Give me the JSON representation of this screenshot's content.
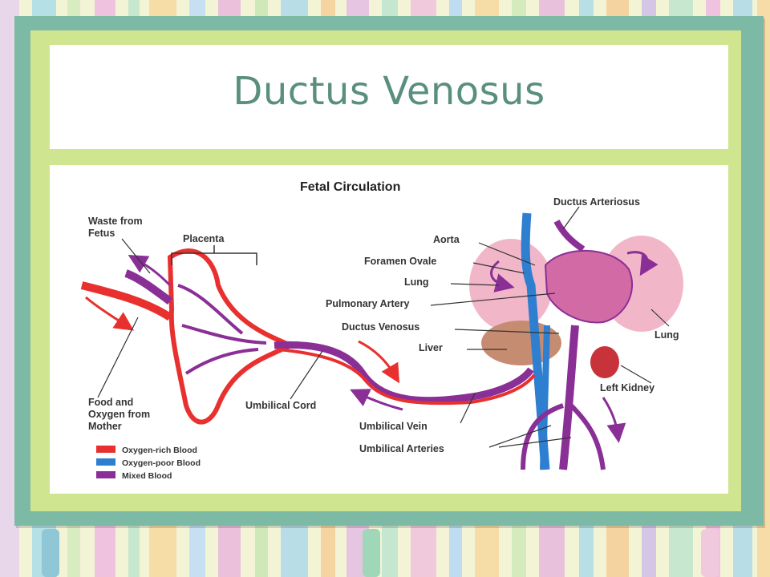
{
  "slide": {
    "title": "Ductus Venosus"
  },
  "diagram": {
    "title": "Fetal Circulation",
    "labels": {
      "waste": [
        "Waste from",
        "Fetus"
      ],
      "placenta": "Placenta",
      "food": [
        "Food and",
        "Oxygen from",
        "Mother"
      ],
      "umbilical_cord": "Umbilical Cord",
      "ductus_arteriosus": "Ductus Arteriosus",
      "aorta": "Aorta",
      "foramen_ovale": "Foramen Ovale",
      "lung_left": "Lung",
      "pulmonary_artery": "Pulmonary Artery",
      "ductus_venosus": "Ductus Venosus",
      "liver": "Liver",
      "lung_right": "Lung",
      "left_kidney": "Left Kidney",
      "umbilical_vein": "Umbilical Vein",
      "umbilical_arteries": "Umbilical Arteries"
    },
    "legend": [
      {
        "label": "Oxygen-rich Blood",
        "color": "#e8312f"
      },
      {
        "label": "Oxygen-poor Blood",
        "color": "#2f7fd0"
      },
      {
        "label": "Mixed Blood",
        "color": "#8a2f96"
      }
    ]
  }
}
